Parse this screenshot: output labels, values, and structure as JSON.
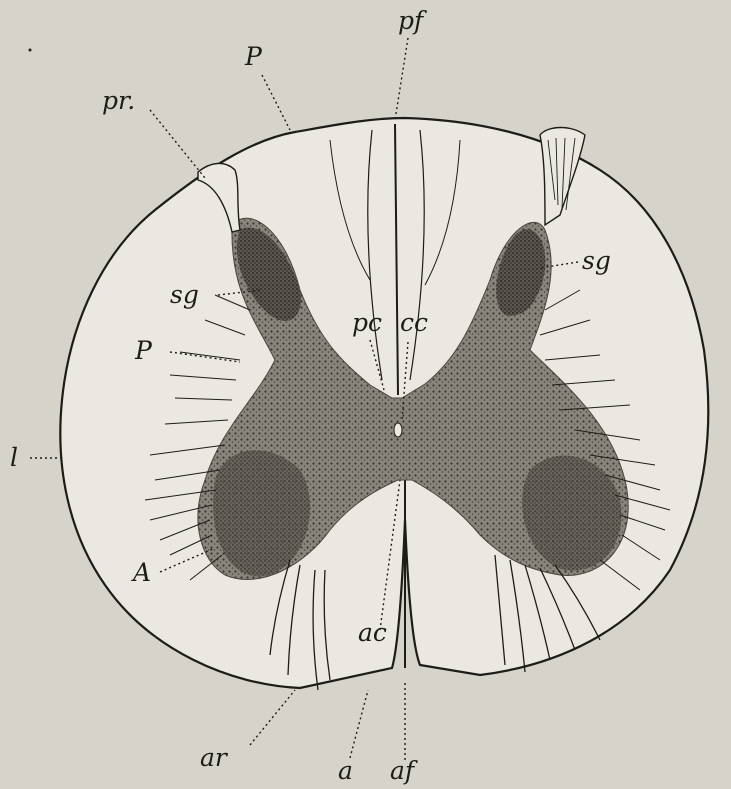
{
  "figure": {
    "labels": {
      "p_top": "P",
      "pf": "pf",
      "pr": "pr.",
      "sg_left": "sg",
      "sg_right": "sg",
      "pc": "pc",
      "cc": "cc",
      "p_mid": "P",
      "l": "l",
      "A": "A",
      "ac": "ac",
      "ar": "ar",
      "a": "a",
      "af": "af"
    }
  },
  "colors": {
    "background": "#d6d3cb",
    "ink": "#1e1c19",
    "gray_matter": "#6f6b64",
    "white_matter": "#ebe8e1"
  }
}
